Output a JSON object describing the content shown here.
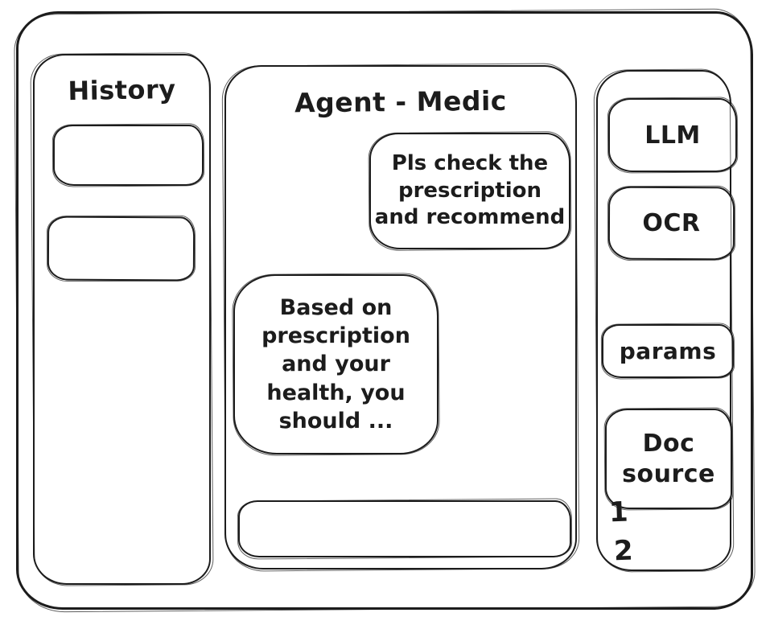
{
  "colors": {
    "stroke": "#1c1c1c",
    "background": "#ffffff"
  },
  "history_panel": {
    "title": "History",
    "items": [
      {
        "label": ""
      },
      {
        "label": ""
      }
    ]
  },
  "chat_panel": {
    "title": "Agent - Medic",
    "user_message": {
      "text": "Pls check the prescription and recommend",
      "lines": [
        "Pls check the",
        "prescription",
        "and recommend"
      ]
    },
    "assistant_message": {
      "text": "Based on prescription and your health, you should ...",
      "lines": [
        "Based on",
        "prescription",
        "and your",
        "health, you",
        "should ..."
      ]
    },
    "input": {
      "value": "",
      "placeholder": ""
    }
  },
  "tools_panel": {
    "items": [
      {
        "label": "LLM"
      },
      {
        "label": "OCR"
      },
      {
        "label": "params"
      }
    ],
    "doc_source": {
      "text": "Doc source",
      "lines": [
        "Doc",
        "source"
      ]
    },
    "annotations": [
      "1",
      "2"
    ]
  }
}
